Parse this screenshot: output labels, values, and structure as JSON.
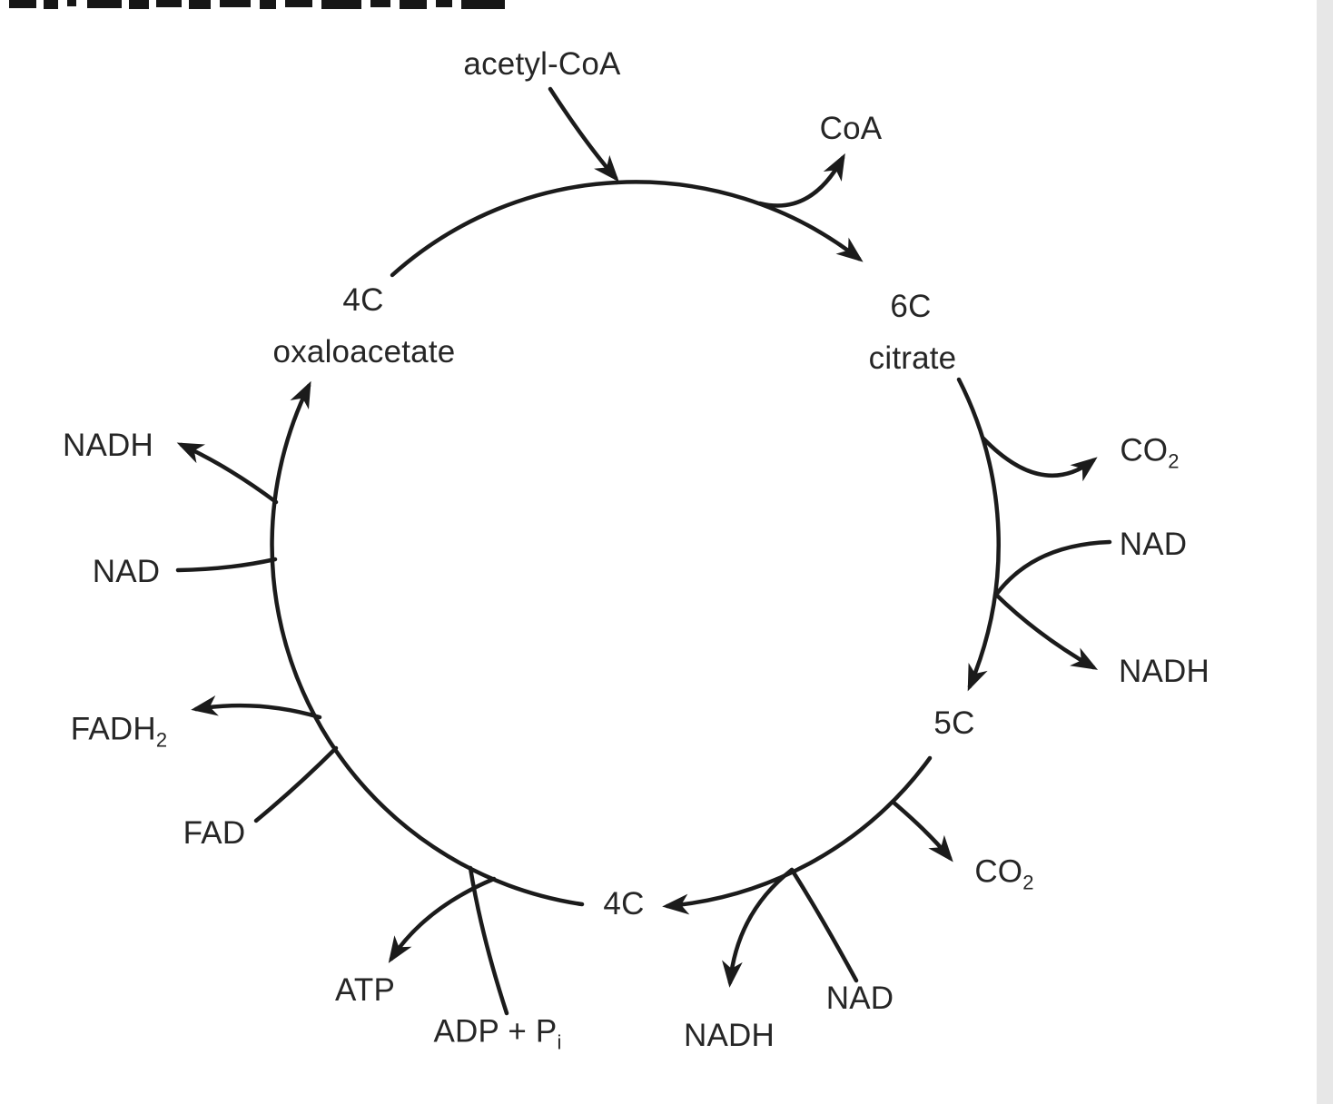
{
  "labels": {
    "acetyl_coa": "acetyl-CoA",
    "coa": "CoA",
    "c6": "6C",
    "citrate": "citrate",
    "co2_upper": {
      "base": "CO",
      "sub": "2"
    },
    "nad_right": "NAD",
    "nadh_right": "NADH",
    "c5": "5C",
    "co2_lower": {
      "base": "CO",
      "sub": "2"
    },
    "nad_bottom": "NAD",
    "nadh_bottom": "NADH",
    "c4_bottom": "4C",
    "adp_pi": {
      "base": "ADP + P",
      "sub": "i"
    },
    "atp": "ATP",
    "fad": "FAD",
    "fadh2": {
      "base": "FADH",
      "sub": "2"
    },
    "nad_left": "NAD",
    "nadh_left": "NADH",
    "c4_top": "4C",
    "oxaloacetate": "oxaloacetate"
  },
  "colors": {
    "ink": "#1b1b1b",
    "text": "#262626",
    "background": "#ffffff"
  }
}
